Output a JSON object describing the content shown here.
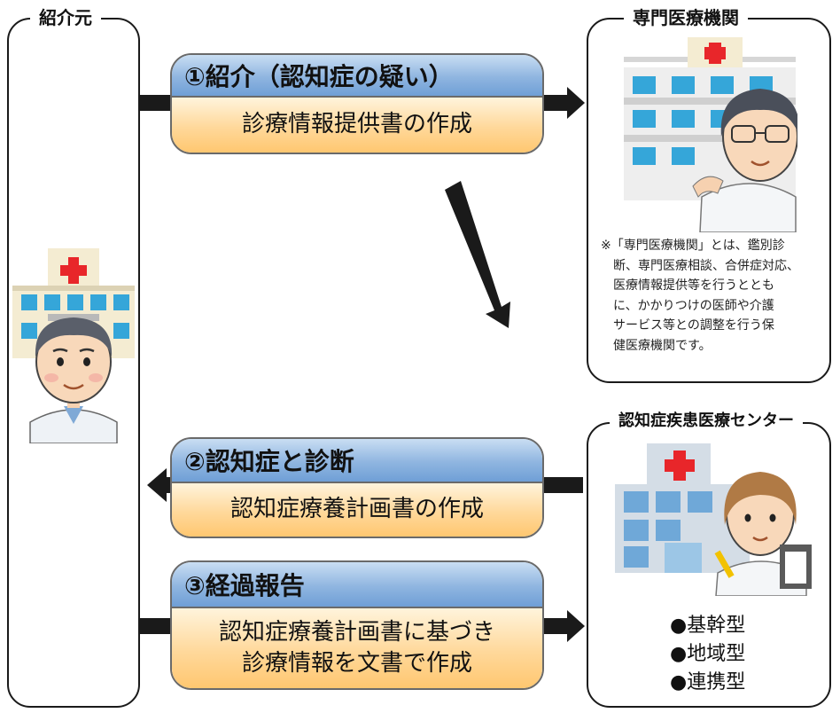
{
  "referrer": {
    "title": "紹介元"
  },
  "specialist": {
    "title": "専門医療機関",
    "note": [
      "※「専門医療機関」とは、鑑別診",
      "断、専門医療相談、合併症対応、",
      "医療情報提供等を行うととも",
      "に、かかりつけの医師や介護",
      "サービス等との調整を行う保",
      "健医療機関です。"
    ]
  },
  "center": {
    "title": "認知症疾患医療センター",
    "types": [
      "●基幹型",
      "●地域型",
      "●連携型"
    ]
  },
  "steps": [
    {
      "heading": "①紹介（認知症の疑い）",
      "lines": [
        "診療情報提供書の作成"
      ]
    },
    {
      "heading": "②認知症と診断",
      "lines": [
        "認知症療養計画書の作成"
      ]
    },
    {
      "heading": "③経過報告",
      "lines": [
        "認知症療養計画書に基づき",
        "診療情報を文書で作成"
      ]
    }
  ],
  "colors": {
    "band_blue": "#8fb5e0",
    "band_orange": "#ffd89a",
    "cross_red": "#e8262a",
    "arrow": "#1a1a1a"
  }
}
